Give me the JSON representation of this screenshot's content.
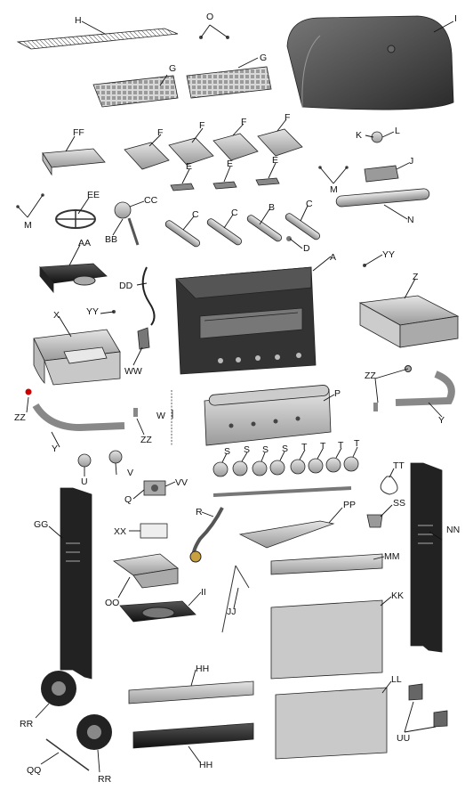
{
  "diagram": {
    "labels": {
      "A": "A",
      "B": "B",
      "C": "C",
      "D": "D",
      "E": "E",
      "F": "F",
      "G": "G",
      "H": "H",
      "I": "I",
      "J": "J",
      "K": "K",
      "L": "L",
      "M": "M",
      "N": "N",
      "O": "O",
      "P": "P",
      "Q": "Q",
      "R": "R",
      "S": "S",
      "T": "T",
      "U": "U",
      "V": "V",
      "W": "W",
      "X": "X",
      "Y": "Y",
      "Z": "Z",
      "AA": "AA",
      "BB": "BB",
      "CC": "CC",
      "DD": "DD",
      "EE": "EE",
      "FF": "FF",
      "GG": "GG",
      "HH": "HH",
      "II": "II",
      "JJ": "JJ",
      "KK": "KK",
      "LL": "LL",
      "MM": "MM",
      "NN": "NN",
      "OO": "OO",
      "PP": "PP",
      "QQ": "QQ",
      "RR": "RR",
      "SS": "SS",
      "TT": "TT",
      "UU": "UU",
      "VV": "VV",
      "WW": "WW",
      "XX": "XX",
      "YY": "YY",
      "ZZ": "ZZ"
    }
  }
}
